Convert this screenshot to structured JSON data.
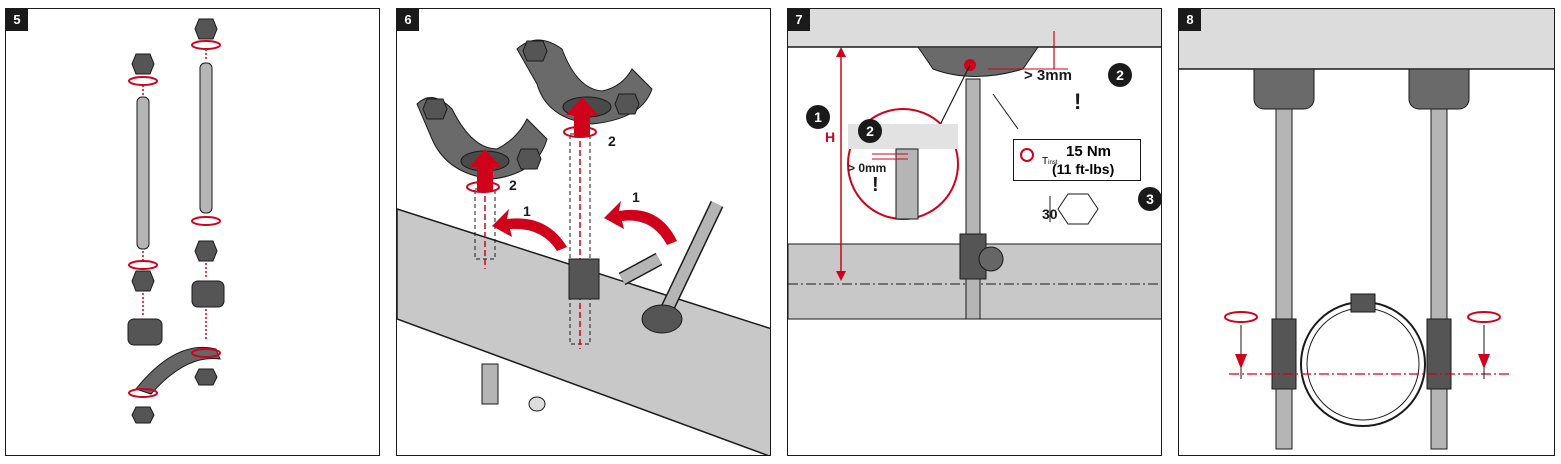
{
  "steps": [
    {
      "number": "5"
    },
    {
      "number": "6",
      "labels": {
        "left_arrow": "1",
        "right_arrow": "1",
        "left_rotate": "2",
        "right_rotate": "2"
      }
    },
    {
      "number": "7",
      "height_label": "H",
      "markers": {
        "m1": "1",
        "m2a": "2",
        "m2b": "2",
        "m3": "3"
      },
      "gap_top": "> 3mm",
      "gap_detail": "> 0mm",
      "check_mark": "!",
      "torque": {
        "symbol": "T",
        "subscript": "inst",
        "nm": "15 Nm",
        "ftlbs": "(11 ft-lbs)"
      },
      "wrench_size": "30"
    },
    {
      "number": "8"
    }
  ],
  "colors": {
    "accent": "#d0021b",
    "ink": "#1a1a1a",
    "metal": "#9a9a9a",
    "panel_bg": "#dcdcdc"
  }
}
